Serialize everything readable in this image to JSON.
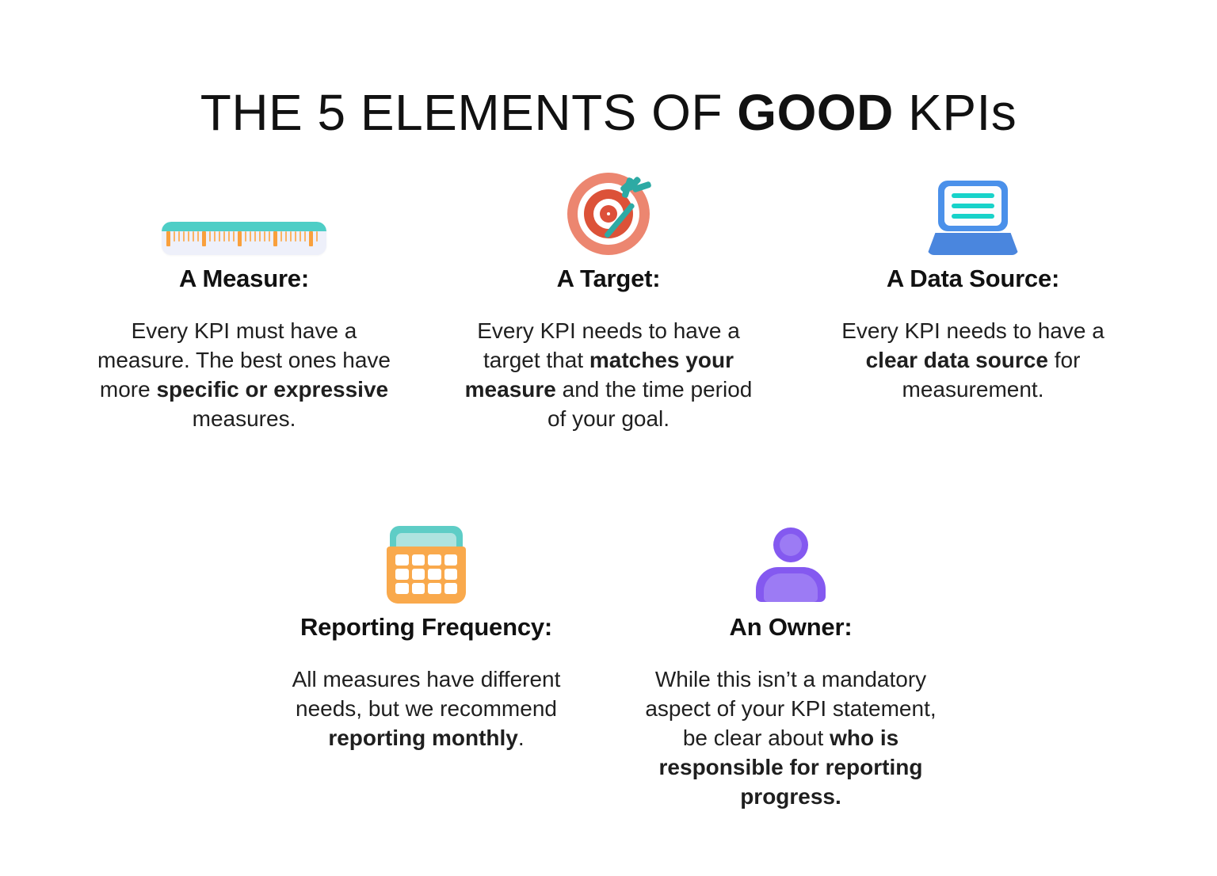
{
  "title": {
    "before": "THE 5 ELEMENTS OF ",
    "emphasis": "GOOD",
    "after": " KPIs"
  },
  "colors": {
    "background": "#ffffff",
    "text": "#111111",
    "teal": "#4ecec6",
    "teal_bright": "#17d2ca",
    "orange": "#f9a94c",
    "orange_tick": "#f9a03c",
    "coral_outer": "#ec8670",
    "coral_inner": "#dc5238",
    "blue": "#4a90ea",
    "blue_dark": "#4a86de",
    "purple": "#8459f0",
    "purple_light": "#9c7bf4",
    "ruler_body": "#eef0fa"
  },
  "elements": [
    {
      "icon": "ruler-icon",
      "title": "A Measure:",
      "body_parts": [
        {
          "text": "Every KPI must have a measure. The best ones have more ",
          "bold": false
        },
        {
          "text": "specific or expressive",
          "bold": true
        },
        {
          "text": " measures.",
          "bold": false
        }
      ]
    },
    {
      "icon": "target-icon",
      "title": "A Target:",
      "body_parts": [
        {
          "text": "Every KPI needs to have a target that ",
          "bold": false
        },
        {
          "text": "matches your measure",
          "bold": true
        },
        {
          "text": " and the time period of your goal.",
          "bold": false
        }
      ]
    },
    {
      "icon": "laptop-icon",
      "title": "A Data Source:",
      "body_parts": [
        {
          "text": "Every KPI needs to have a ",
          "bold": false
        },
        {
          "text": "clear data source",
          "bold": true
        },
        {
          "text": " for measurement.",
          "bold": false
        }
      ]
    },
    {
      "icon": "calendar-icon",
      "title": "Reporting Frequency:",
      "body_parts": [
        {
          "text": "All measures have different needs, but we recommend ",
          "bold": false
        },
        {
          "text": "reporting monthly",
          "bold": true
        },
        {
          "text": ".",
          "bold": false
        }
      ]
    },
    {
      "icon": "person-icon",
      "title": "An Owner:",
      "body_parts": [
        {
          "text": "While this isn’t a mandatory aspect of your KPI statement, be clear about ",
          "bold": false
        },
        {
          "text": "who is responsible for reporting progress.",
          "bold": true
        }
      ]
    }
  ]
}
